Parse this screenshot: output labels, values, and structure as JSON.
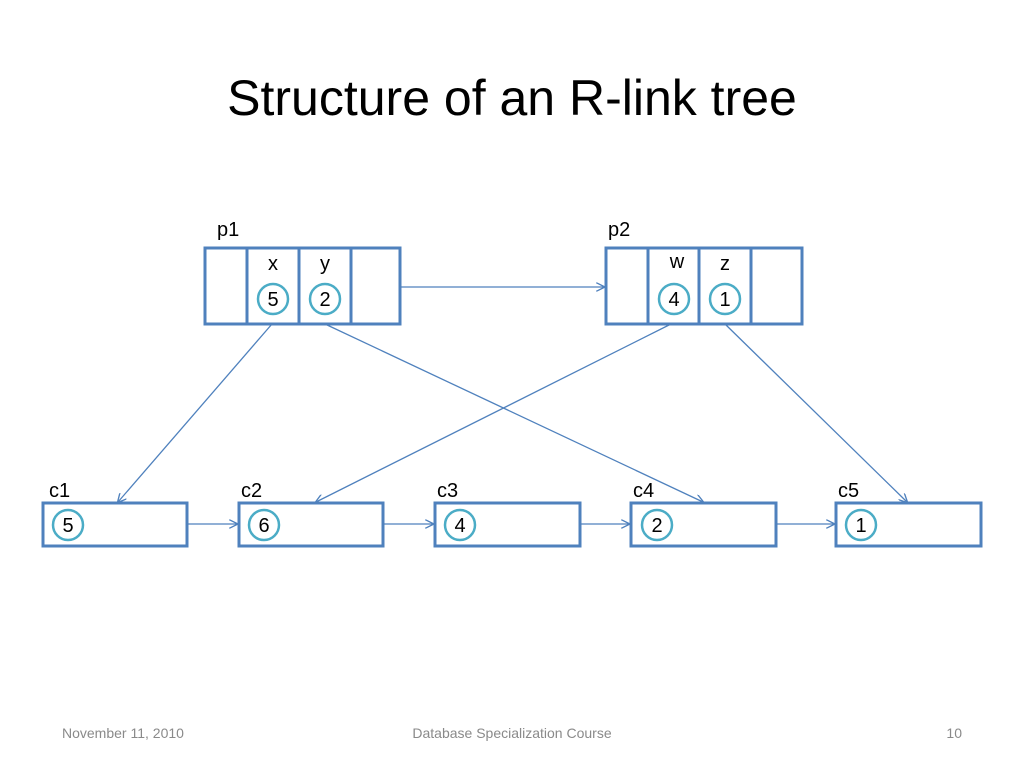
{
  "slide": {
    "title": "Structure of an R-link tree"
  },
  "parents": [
    {
      "id": "p1",
      "label": "p1",
      "entries": [
        {
          "key": "x",
          "value": "5"
        },
        {
          "key": "y",
          "value": "2"
        }
      ]
    },
    {
      "id": "p2",
      "label": "p2",
      "entries": [
        {
          "key": "w",
          "value": "4"
        },
        {
          "key": "z",
          "value": "1"
        }
      ]
    }
  ],
  "children": [
    {
      "id": "c1",
      "label": "c1",
      "value": "5"
    },
    {
      "id": "c2",
      "label": "c2",
      "value": "6"
    },
    {
      "id": "c3",
      "label": "c3",
      "value": "4"
    },
    {
      "id": "c4",
      "label": "c4",
      "value": "2"
    },
    {
      "id": "c5",
      "label": "c5",
      "value": "1"
    }
  ],
  "pointers": [
    {
      "from": "p1.x",
      "to": "c1"
    },
    {
      "from": "p1.y",
      "to": "c4"
    },
    {
      "from": "p2.w",
      "to": "c2"
    },
    {
      "from": "p2.z",
      "to": "c5"
    }
  ],
  "right_links": [
    {
      "from": "p1",
      "to": "p2"
    },
    {
      "from": "c1",
      "to": "c2"
    },
    {
      "from": "c2",
      "to": "c3"
    },
    {
      "from": "c3",
      "to": "c4"
    },
    {
      "from": "c4",
      "to": "c5"
    }
  ],
  "footer": {
    "date": "November 11, 2010",
    "course": "Database Specialization Course",
    "page": "10"
  },
  "colors": {
    "node_border": "#4f81bd",
    "value_circle": "#4bacc6",
    "footer_text": "#8a8a8a"
  }
}
